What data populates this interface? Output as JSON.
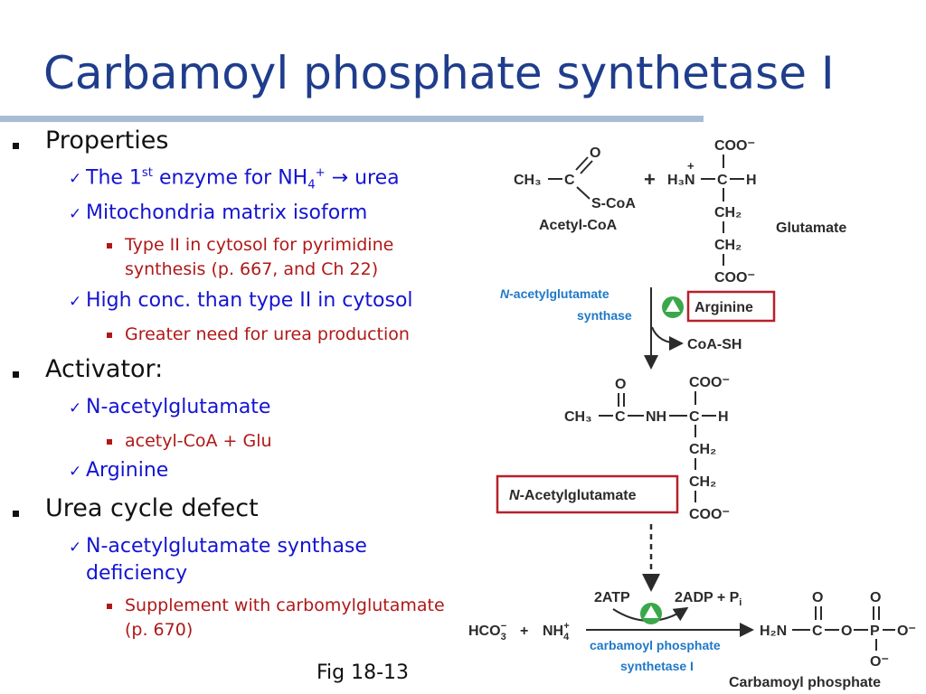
{
  "slide": {
    "title": "Carbamoyl phosphate synthetase I",
    "caption": "Fig 18-13"
  },
  "bullets": {
    "properties": "Properties",
    "first_enzyme_pre": "The 1",
    "first_enzyme_sup": "st",
    "first_enzyme_mid": " enzyme for NH",
    "first_enzyme_sub": "4",
    "first_enzyme_sup2": "+",
    "first_enzyme_arrow": " → ",
    "first_enzyme_post": "urea",
    "mito": "Mitochondria matrix isoform",
    "type2_line1": "Type II in cytosol for pyrimidine",
    "type2_line2": "synthesis (p. 667, and Ch 22)",
    "high_conc": "High conc. than type II in cytosol",
    "greater_need": "Greater need for urea production",
    "activator": "Activator:",
    "nag": "N-acetylglutamate",
    "acetylcoa_glu": "acetyl-CoA + Glu",
    "arginine": "Arginine",
    "defect": "Urea cycle defect",
    "nags_def_line1": "N-acetylglutamate synthase",
    "nags_def_line2": "deficiency",
    "supplement_line1": "Supplement with carbomylglutamate",
    "supplement_line2": "(p. 670)"
  },
  "figure": {
    "acetyl_coa_ch3": "CH₃",
    "acetyl_coa_c": "C",
    "acetyl_coa_o": "O",
    "acetyl_coa_scoa": "S-CoA",
    "acetyl_coa_label": "Acetyl-CoA",
    "plus": "+",
    "glu_coo_top": "COO⁻",
    "glu_h3n": "H₃N",
    "glu_plus": "+",
    "glu_c": "C",
    "glu_h": "H",
    "glu_ch2_1": "CH₂",
    "glu_ch2_2": "CH₂",
    "glu_coo_bottom": "COO⁻",
    "glutamate_label": "Glutamate",
    "nags_enzyme_italic": "N",
    "nags_enzyme_line1": "-acetylglutamate",
    "nags_enzyme_line2": "synthase",
    "arginine_box": "Arginine",
    "coash": "CoA-SH",
    "nag_o": "O",
    "nag_ch3": "CH₃",
    "nag_c1": "C",
    "nag_nh": "NH",
    "nag_c2": "C",
    "nag_h": "H",
    "nag_coo_top": "COO⁻",
    "nag_ch2_1": "CH₂",
    "nag_ch2_2": "CH₂",
    "nag_coo_bottom": "COO⁻",
    "nag_box_italic": "N",
    "nag_box_rest": "-Acetylglutamate",
    "atp": "2ATP",
    "adp": "2ADP + P",
    "adp_sub": "i",
    "hco3": "HCO",
    "hco3_sub": "3",
    "hco3_sup": "−",
    "plus2": "+",
    "nh4": "NH",
    "nh4_sub": "4",
    "nh4_sup": "+",
    "cps_line1": "carbamoyl phosphate",
    "cps_line2": "synthetase I",
    "cp_h2n": "H₂N",
    "cp_c": "C",
    "cp_o1": "O",
    "cp_p": "P",
    "cp_o2": "O⁻",
    "cp_o_top1": "O",
    "cp_o_top2": "O",
    "cp_o_bottom": "O⁻",
    "cp_label": "Carbamoyl phosphate"
  },
  "colors": {
    "title": "#1f3d8c",
    "level2_text": "#1414d2",
    "level3_text": "#b01818",
    "enzyme_blue": "#1f78c8",
    "box_red": "#b8202a",
    "activator_green": "#3aa84a"
  }
}
